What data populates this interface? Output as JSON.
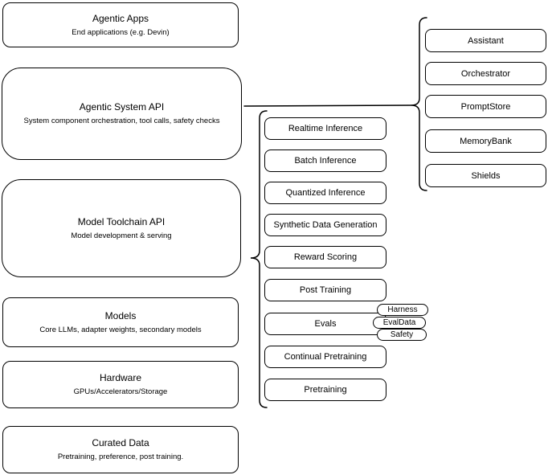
{
  "diagram": {
    "left_stack": [
      {
        "title": "Agentic Apps",
        "subtitle": "End applications (e.g. Devin)"
      },
      {
        "title": "Agentic System API",
        "subtitle": "System component orchestration, tool calls, safety checks"
      },
      {
        "title": "Model Toolchain API",
        "subtitle": "Model development & serving"
      },
      {
        "title": "Models",
        "subtitle": "Core LLMs, adapter weights, secondary models"
      },
      {
        "title": "Hardware",
        "subtitle": "GPUs/Accelerators/Storage"
      },
      {
        "title": "Curated Data",
        "subtitle": "Pretraining, preference, post training."
      }
    ],
    "toolchain_services": [
      "Realtime Inference",
      "Batch Inference",
      "Quantized Inference",
      "Synthetic Data Generation",
      "Reward Scoring",
      "Post Training",
      "Evals",
      "Continual Pretraining",
      "Pretraining"
    ],
    "eval_components": [
      "Harness",
      "EvalData",
      "Safety"
    ],
    "system_components": [
      "Assistant",
      "Orchestrator",
      "PromptStore",
      "MemoryBank",
      "Shields"
    ],
    "colors": {
      "stroke": "#000000",
      "canvas": "#ffffff"
    }
  }
}
